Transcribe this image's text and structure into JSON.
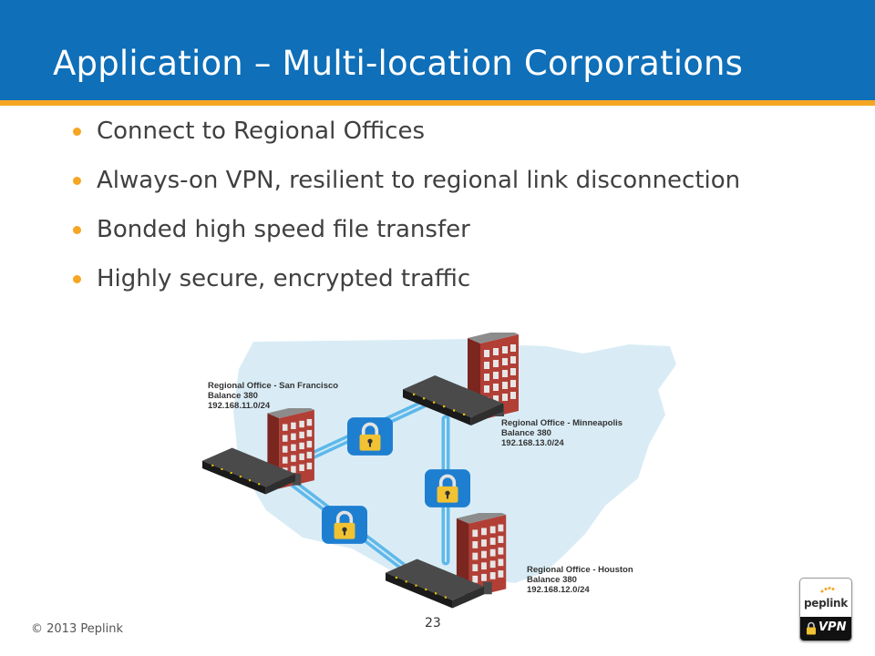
{
  "slide": {
    "title": "Application – Multi-location Corporations",
    "bullets": [
      "Connect to Regional Offices",
      "Always-on VPN, resilient to regional link disconnection",
      "Bonded high speed file transfer",
      "Highly secure, encrypted traffic"
    ],
    "footer": "© 2013 Peplink",
    "page_number": "23"
  },
  "diagram": {
    "offices": [
      {
        "name": "Regional Office - San Francisco",
        "model": "Balance 380",
        "subnet": "192.168.11.0/24"
      },
      {
        "name": "Regional Office - Minneapolis",
        "model": "Balance 380",
        "subnet": "192.168.13.0/24"
      },
      {
        "name": "Regional Office - Houston",
        "model": "Balance 380",
        "subnet": "192.168.12.0/24"
      }
    ],
    "lock_icon": "padlock-icon",
    "building_icon": "office-building-icon",
    "router_icon": "router-icon"
  },
  "badge": {
    "logo_text": "peplink",
    "label": "VPN"
  },
  "colors": {
    "header": "#0f6fb8",
    "accent": "#f5a623",
    "lock_tile": "#1e7fd1",
    "tunnel": "#5fb8ea",
    "map": "#d9ecf6",
    "building": "#b23f36",
    "router": "#1f1f1f"
  }
}
